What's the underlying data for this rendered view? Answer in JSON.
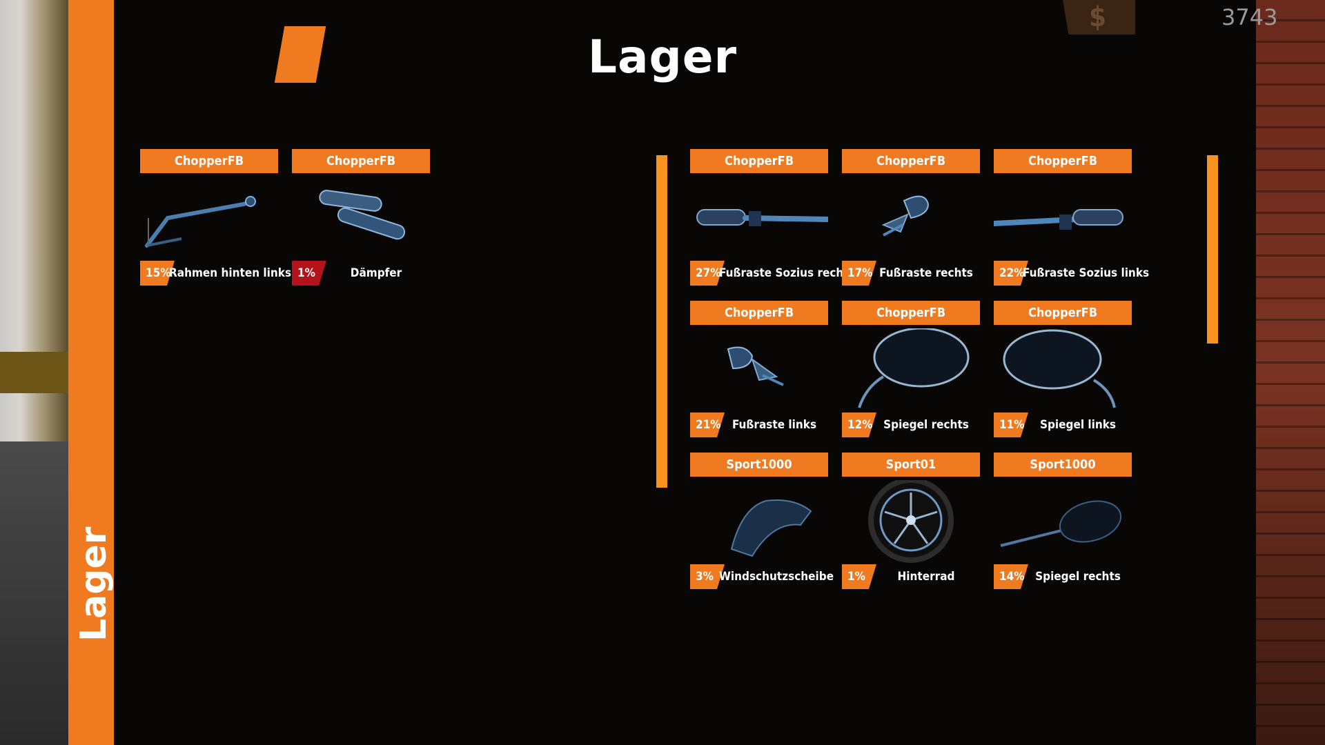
{
  "screen": {
    "title": "Lager",
    "side_tab": "Lager",
    "currency_symbol": "$",
    "money": "3743"
  },
  "colors": {
    "accent": "#f07a1f",
    "low_condition": "#b3141c",
    "scrollbar": "#f7931e"
  },
  "inventory_left": [
    {
      "brand": "ChopperFB",
      "condition": "15%",
      "name": "Rahmen hinten links",
      "icon": "frame-part-icon"
    },
    {
      "brand": "ChopperFB",
      "condition": "1%",
      "name": "Dämpfer",
      "icon": "muffler-icon"
    }
  ],
  "inventory_right": [
    {
      "brand": "ChopperFB",
      "condition": "27%",
      "name": "Fußraste Sozius rechts",
      "icon": "footrest-icon"
    },
    {
      "brand": "ChopperFB",
      "condition": "17%",
      "name": "Fußraste rechts",
      "icon": "footrest-icon"
    },
    {
      "brand": "ChopperFB",
      "condition": "22%",
      "name": "Fußraste Sozius links",
      "icon": "footrest-icon"
    },
    {
      "brand": "ChopperFB",
      "condition": "21%",
      "name": "Fußraste links",
      "icon": "footrest-icon"
    },
    {
      "brand": "ChopperFB",
      "condition": "12%",
      "name": "Spiegel rechts",
      "icon": "mirror-icon"
    },
    {
      "brand": "ChopperFB",
      "condition": "11%",
      "name": "Spiegel links",
      "icon": "mirror-icon"
    },
    {
      "brand": "Sport1000",
      "condition": "3%",
      "name": "Windschutzscheibe",
      "icon": "windshield-icon"
    },
    {
      "brand": "Sport01",
      "condition": "1%",
      "name": "Hinterrad",
      "icon": "wheel-icon"
    },
    {
      "brand": "Sport1000",
      "condition": "14%",
      "name": "Spiegel rechts",
      "icon": "mirror-icon"
    }
  ]
}
